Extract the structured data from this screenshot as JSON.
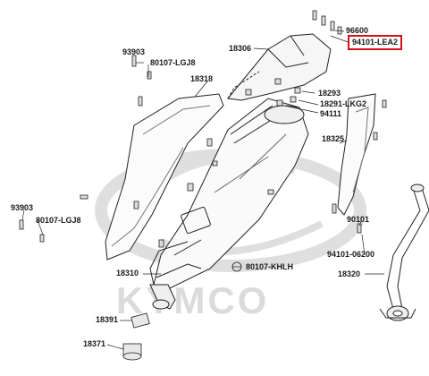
{
  "diagram": {
    "part_labels": [
      {
        "id": "96600",
        "text": "96600"
      },
      {
        "id": "94101-LEA2",
        "text": "94101-LEA2",
        "highlighted": true
      },
      {
        "id": "18306",
        "text": "18306"
      },
      {
        "id": "93903-top",
        "text": "93903"
      },
      {
        "id": "80107-LGJ8-top",
        "text": "80107-LGJ8"
      },
      {
        "id": "18318",
        "text": "18318"
      },
      {
        "id": "18293",
        "text": "18293"
      },
      {
        "id": "18291-LKG2",
        "text": "18291-LKG2"
      },
      {
        "id": "94111",
        "text": "94111"
      },
      {
        "id": "18325",
        "text": "18325"
      },
      {
        "id": "93903-bottom",
        "text": "93903"
      },
      {
        "id": "80107-LGJ8-bottom",
        "text": "80107-LGJ8"
      },
      {
        "id": "90101",
        "text": "90101"
      },
      {
        "id": "94101-06200",
        "text": "94101-06200"
      },
      {
        "id": "18310",
        "text": "18310"
      },
      {
        "id": "80107-KHLH",
        "text": "80107-KHLH"
      },
      {
        "id": "18320",
        "text": "18320"
      },
      {
        "id": "18391",
        "text": "18391"
      },
      {
        "id": "18371",
        "text": "18371"
      }
    ],
    "watermark": {
      "text": "KYMCO"
    },
    "colors": {
      "highlight": "#d0121b",
      "line": "#222222",
      "watermark": "#d9d9d9"
    }
  }
}
